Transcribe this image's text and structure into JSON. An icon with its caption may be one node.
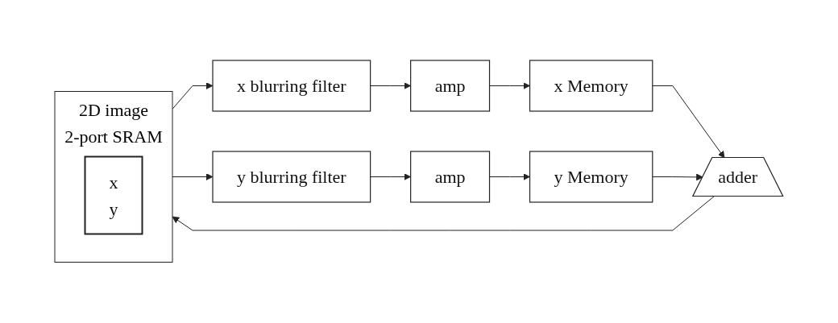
{
  "diagram": {
    "nodes": [
      {
        "text": [
          "2D image",
          "2-port SRAM"
        ]
      },
      {
        "text": [
          "x",
          "y"
        ],
        "in": 0
      },
      {
        "text": [
          "x blurring filter"
        ]
      },
      {
        "text": [
          "amp"
        ]
      },
      {
        "text": [
          "x Memory"
        ]
      },
      {
        "text": [
          "y blurring filter"
        ]
      },
      {
        "text": [
          "amp"
        ]
      },
      {
        "text": [
          "y Memory"
        ]
      },
      {
        "text": [
          "adder"
        ]
      }
    ],
    "edges": [
      {
        "from": 0,
        "to": 2,
        "arrow": "to"
      },
      {
        "from": 0,
        "to": 5,
        "arrow": "to"
      },
      {
        "from": 2,
        "to": 3,
        "arrow": "to"
      },
      {
        "from": 3,
        "to": 4,
        "arrow": "to"
      },
      {
        "from": 4,
        "to": 8,
        "arrow": "to"
      },
      {
        "from": 5,
        "to": 6,
        "arrow": "to"
      },
      {
        "from": 6,
        "to": 7,
        "arrow": "to"
      },
      {
        "from": 7,
        "to": 8,
        "arrow": "to"
      },
      {
        "from": 8,
        "to": 0,
        "arrow": "to"
      }
    ]
  }
}
